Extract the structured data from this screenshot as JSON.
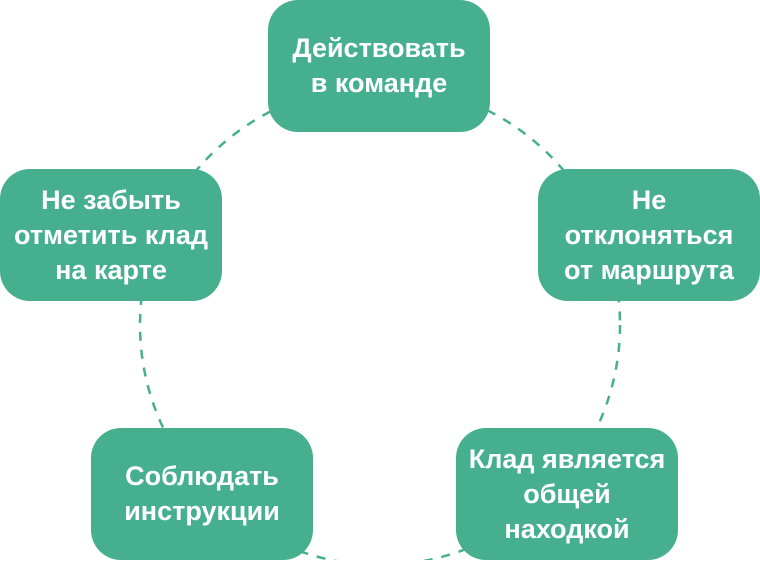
{
  "colors": {
    "node_fill": "#46b08e",
    "ring_stroke": "#46b08e",
    "label_text": "#ffffff"
  },
  "cycle": {
    "connector_style": "dashed-circle",
    "steps": [
      {
        "label": "Действовать\nв команде"
      },
      {
        "label": "Не отклоняться\nот маршрута"
      },
      {
        "label": "Клад является\nобщей находкой"
      },
      {
        "label": "Соблюдать\nинструкции"
      },
      {
        "label": "Не забыть\nотметить клад\nна карте"
      }
    ]
  }
}
